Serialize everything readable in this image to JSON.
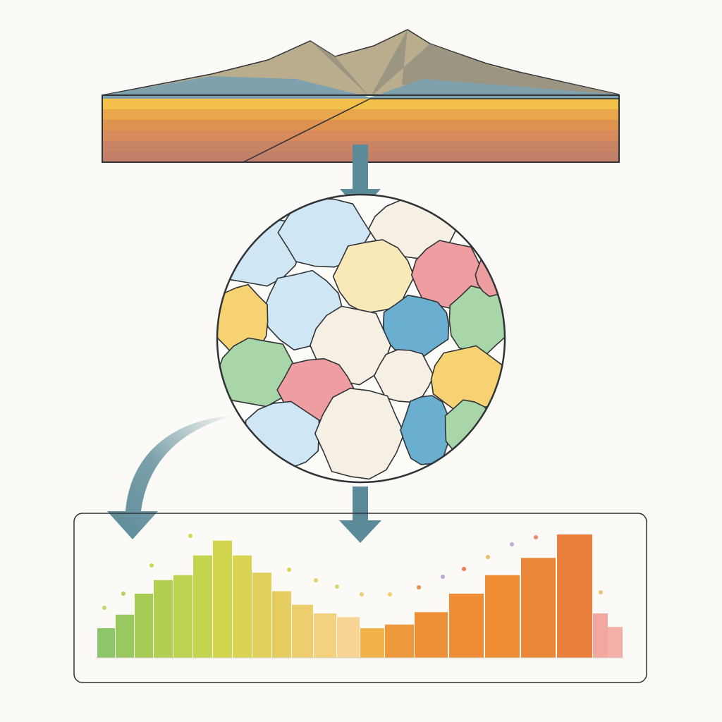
{
  "diagram": {
    "colors": {
      "background": "#fbfaf6",
      "arrow": "#5b8a98",
      "outline": "#2f3336",
      "mountain": "#b9ad8e",
      "mountain_shadow": "#8e8a7c",
      "mountain_base": "#7fa1ad",
      "strata": [
        "#f3c04a",
        "#eaa64a",
        "#de9250",
        "#d78a5c",
        "#c98466",
        "#c28068"
      ]
    },
    "grain_colors": {
      "light_blue": "#cfe6f5",
      "cream": "#f6efe4",
      "pale_yellow": "#f9e8b8",
      "pink": "#ee9ea0",
      "yellow": "#f6d272",
      "blue": "#6aafcf",
      "green": "#a8d6a8"
    },
    "distribution": {
      "type": "bar",
      "values": [
        2.4,
        3.5,
        5.2,
        6.3,
        6.7,
        8.3,
        9.5,
        8.3,
        6.9,
        5.4,
        4.3,
        3.6,
        3.3,
        2.4,
        2.7,
        3.7,
        5.2,
        6.7,
        8.1,
        10.0,
        3.6,
        2.5
      ],
      "colors": [
        "#8cc56a",
        "#98c85f",
        "#a6cc55",
        "#b2cf52",
        "#bcd251",
        "#c5d44f",
        "#d2d64e",
        "#d9d452",
        "#e1d05a",
        "#e6cd62",
        "#ecce6e",
        "#f2d27f",
        "#f8d495",
        "#f2b44a",
        "#ee9a3c",
        "#ee8e36",
        "#ee8d35",
        "#ee8c34",
        "#ec8638",
        "#ea803d",
        "#f2a8a0",
        "#f2b0a8"
      ]
    }
  }
}
